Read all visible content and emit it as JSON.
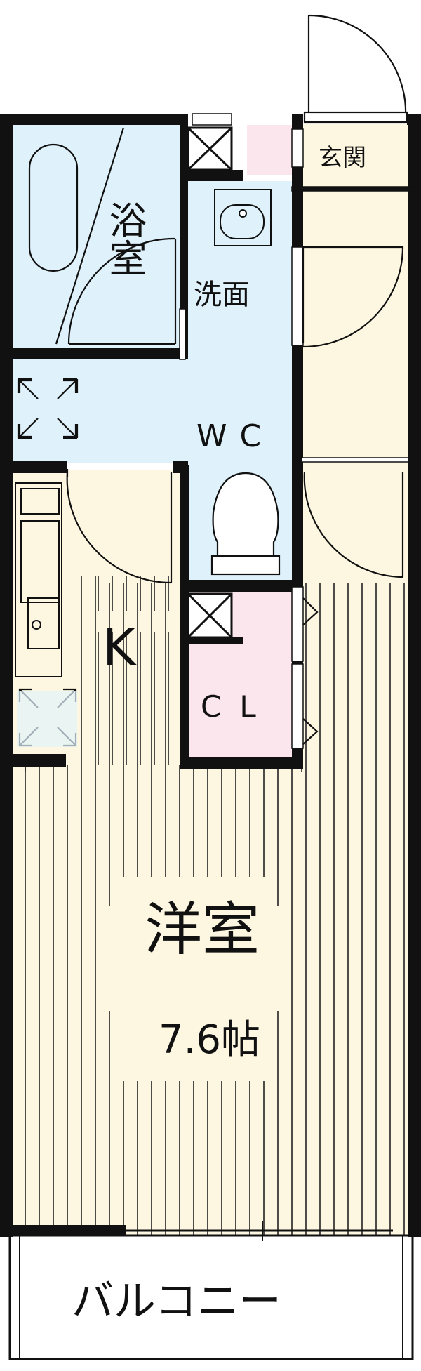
{
  "rooms": {
    "bath": "浴室",
    "washroom": "洗面",
    "toilet": "WC",
    "entrance": "玄関",
    "kitchen": "K",
    "closet": "CL",
    "western_room": "洋室",
    "western_room_size": "7.6帖",
    "balcony": "バルコニー"
  },
  "colors": {
    "wet_area": "#dff2fb",
    "closet": "#fce6ee",
    "floor": "#fdf7e1",
    "wall": "#111111"
  }
}
